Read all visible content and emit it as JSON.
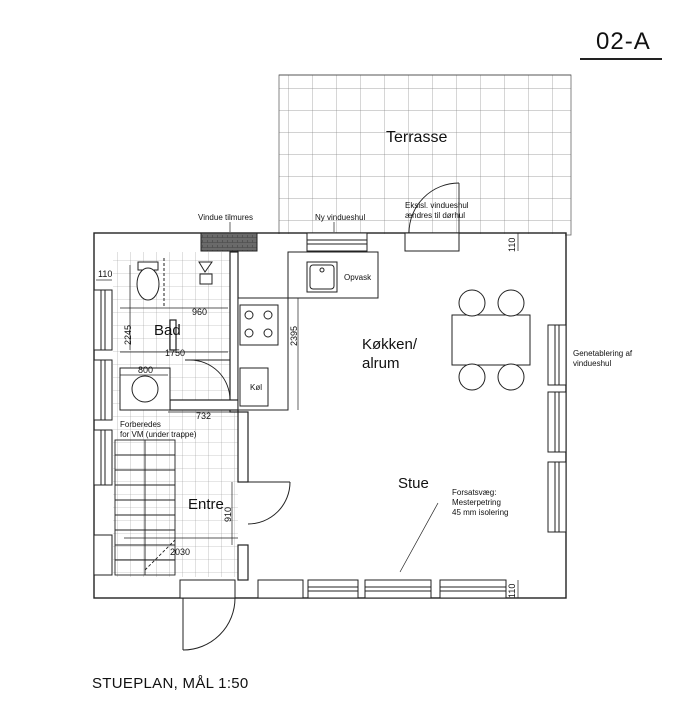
{
  "sheet": {
    "number": "02-A"
  },
  "rooms": {
    "terrace": "Terrasse",
    "bathroom": "Bad",
    "kitchen_line1": "Køkken/",
    "kitchen_line2": "alrum",
    "living": "Stue",
    "entry": "Entre"
  },
  "labels": {
    "window_walled": "Vindue tilmures",
    "new_window_hole": "Ny vindueshul",
    "existing_window_line1": "Eksisl. vindueshul",
    "existing_window_line2": "ændres til dørhul",
    "dishwasher": "Opvask",
    "fridge": "Køl",
    "reestablish_line1": "Genetablering af",
    "reestablish_line2": "vindueshul",
    "prepared_line1": "Forberedes",
    "prepared_line2": "for VM (under trappe)",
    "facing_wall_line1": "Forsatsvæg:",
    "facing_wall_line2": "Mesterpetring",
    "facing_wall_line3": "45 mm isolering"
  },
  "dimensions": {
    "d110_left": "110",
    "d960": "960",
    "d2245": "2245",
    "d1750": "1750",
    "d800": "800",
    "d732": "732",
    "d2395": "2395",
    "d910": "910",
    "d2030": "2030",
    "d110_top": "110",
    "d110_bottom": "110"
  },
  "caption": "STUEPLAN, MÅL 1:50"
}
